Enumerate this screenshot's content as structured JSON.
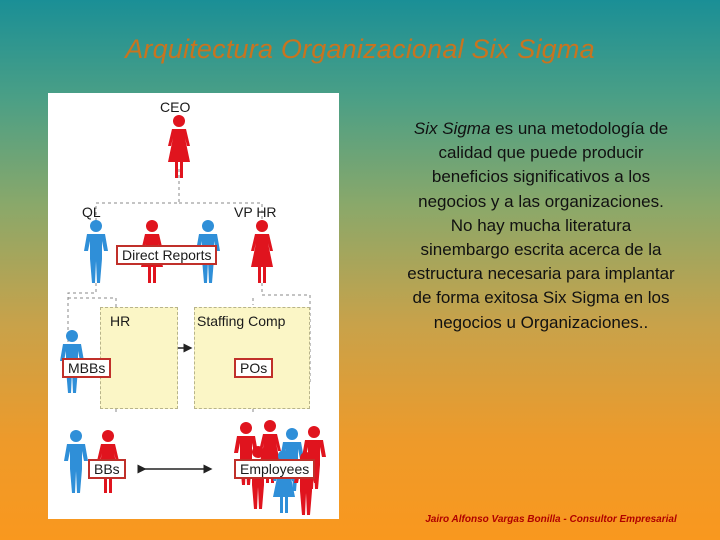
{
  "title": "Arquitectura Organizacional Six Sigma",
  "diagram": {
    "ceo": "CEO",
    "ql": "QL",
    "vphr": "VP HR",
    "direct_reports": "Direct Reports",
    "hr": "HR",
    "staffing": "Staffing Comp",
    "mbbs": "MBBs",
    "pos": "POs",
    "bbs": "BBs",
    "employees": "Employees",
    "colors": {
      "blue": "#2f8fd8",
      "red": "#e0141e"
    }
  },
  "body": {
    "lead_italic": "Six Sigma",
    "text": " es una metodología de calidad que puede producir beneficios significativos a los negocios y a las organizaciones. No hay mucha literatura sinembargo escrita acerca de la estructura necesaria para implantar de forma exitosa Six Sigma en los negocios u Organizaciones.."
  },
  "footer": "Jairo Alfonso Vargas Bonilla - Consultor Empresarial"
}
